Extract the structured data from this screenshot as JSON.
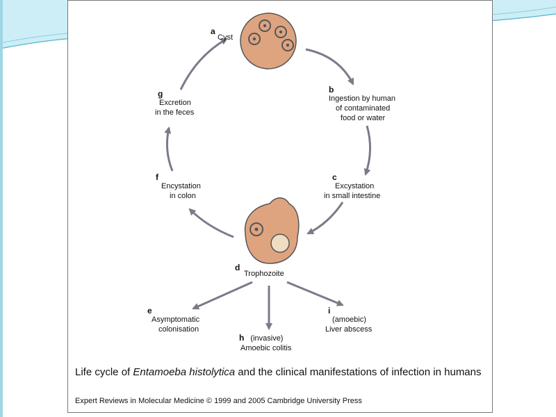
{
  "stages": {
    "a": {
      "letter": "a",
      "label": "Cyst"
    },
    "b": {
      "letter": "b",
      "line1": "Ingestion by human",
      "line2": "of contaminated",
      "line3": "food or water"
    },
    "c": {
      "letter": "c",
      "line1": "Excystation",
      "line2": "in small intestine"
    },
    "d": {
      "letter": "d",
      "label": "Trophozoite"
    },
    "e": {
      "letter": "e",
      "line1": "Asymptomatic",
      "line2": "colonisation"
    },
    "f": {
      "letter": "f",
      "line1": "Encystation",
      "line2": "in colon"
    },
    "g": {
      "letter": "g",
      "line1": "Excretion",
      "line2": "in the feces"
    },
    "h": {
      "letter": "h",
      "line1": "(invasive)",
      "line2": "Amoebic colitis"
    },
    "i": {
      "letter": "i",
      "line1": "(amoebic)",
      "line2": "Liver abscess"
    }
  },
  "caption": {
    "before": "Life cycle of ",
    "italic": "Entamoeba histolytica",
    "after": " and the clinical manifestations of infection in humans"
  },
  "credit": "Expert Reviews in Molecular Medicine © 1999 and 2005 Cambridge University Press",
  "colors": {
    "cell_fill": "#dea47f",
    "cell_stroke": "#555555",
    "arrow": "#7a7a8a",
    "accent_teal": "#4fb3cf"
  }
}
